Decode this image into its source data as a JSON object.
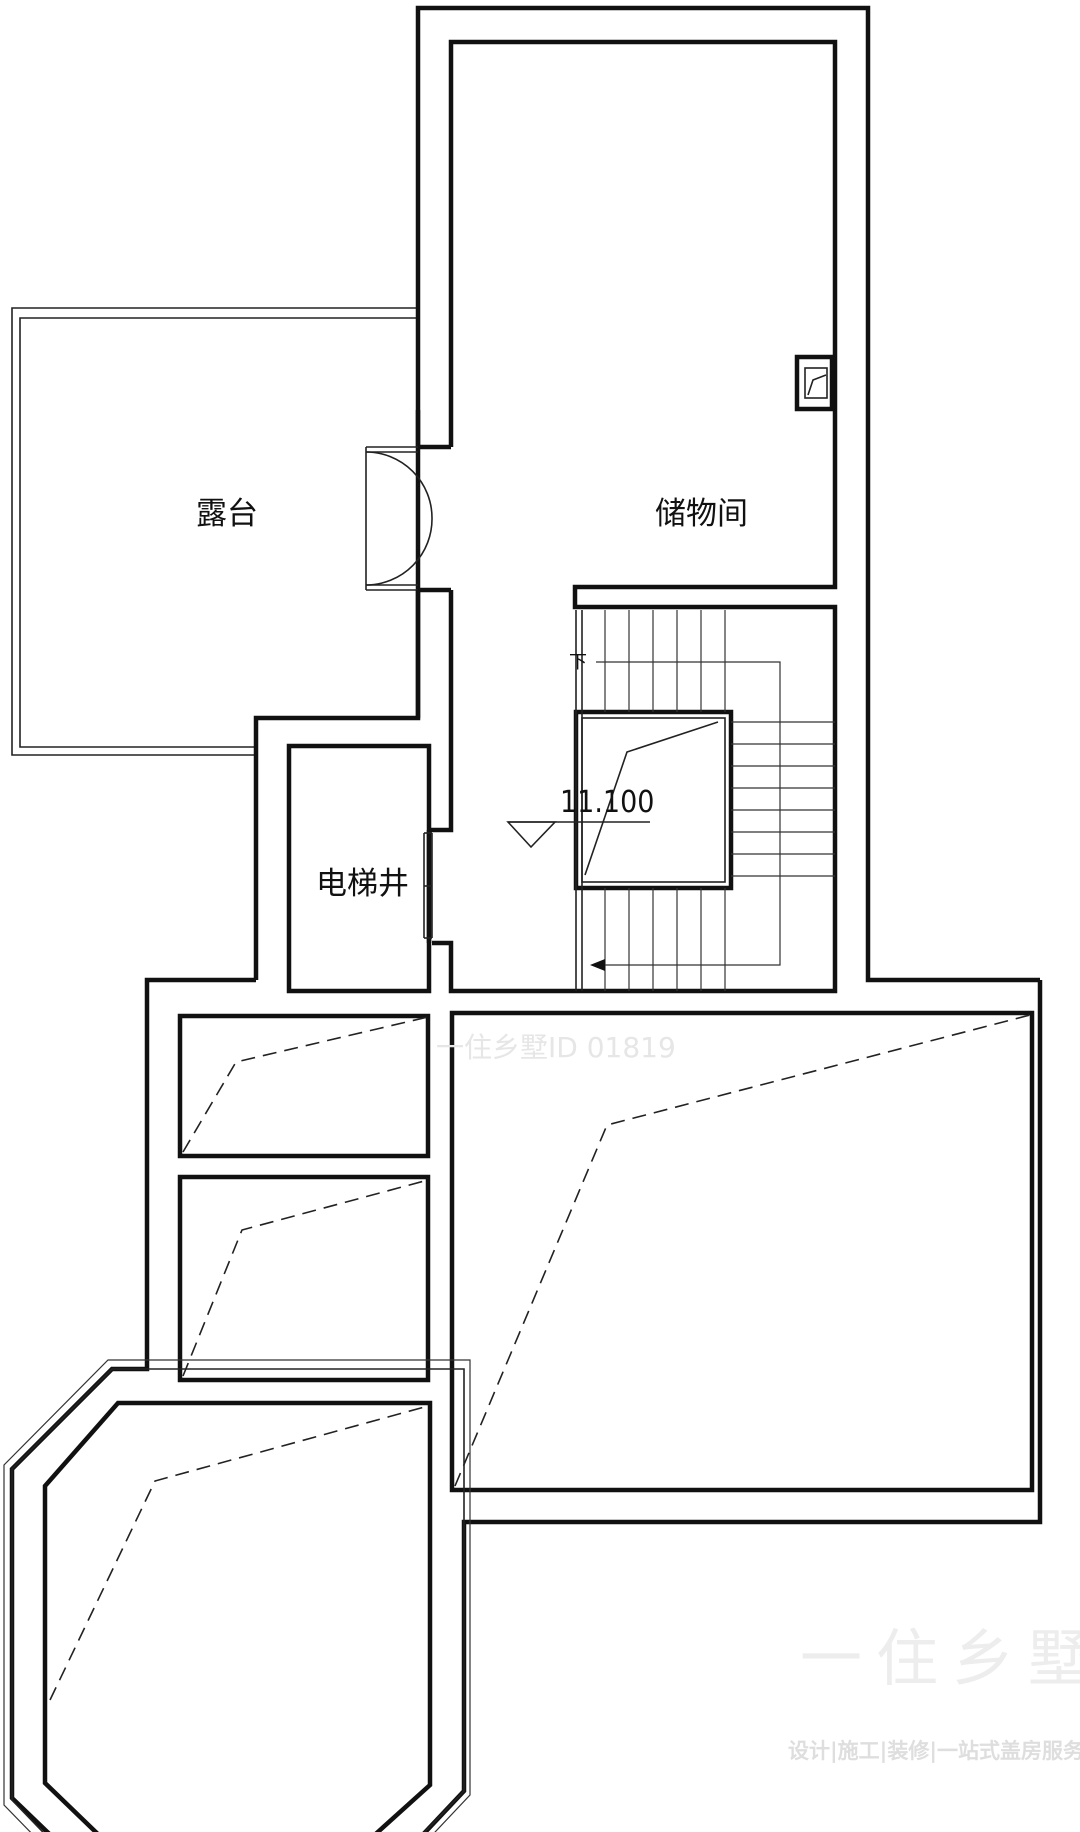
{
  "labels": {
    "terrace": "露台",
    "storage": "储物间",
    "elevator": "电梯井",
    "stair_down": "下",
    "level": "11.100"
  },
  "watermark": {
    "id": "一住乡墅ID 01819",
    "logo": "一住乡墅",
    "tagline": "设计|施工|装修|一站式盖房服务"
  },
  "colors": {
    "wall": "#111111",
    "watermark": "#e6e6e6",
    "background": "#ffffff"
  }
}
